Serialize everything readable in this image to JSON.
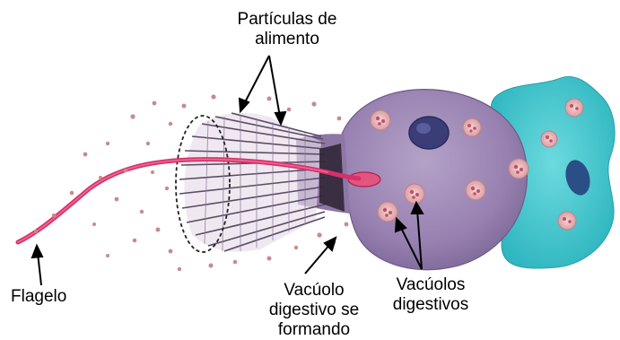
{
  "labels": {
    "particulas_line1": "Partículas de",
    "particulas_line2": "alimento",
    "flagelo": "Flagelo",
    "vacuolo_formando_line1": "Vacúolo",
    "vacuolo_formando_line2": "digestivo se",
    "vacuolo_formando_line3": "formando",
    "vacuolos_line1": "Vacúolos",
    "vacuolos_line2": "digestivos"
  },
  "colors": {
    "cell_body": "#9c86b4",
    "collar": "#7a6a86",
    "flagellum": "#d8306a",
    "nucleus": "#3a3d78",
    "neighbor_cell": "#3ec4cc",
    "vacuole": "#e8b4b4",
    "food_particle": "#c98a8a"
  }
}
